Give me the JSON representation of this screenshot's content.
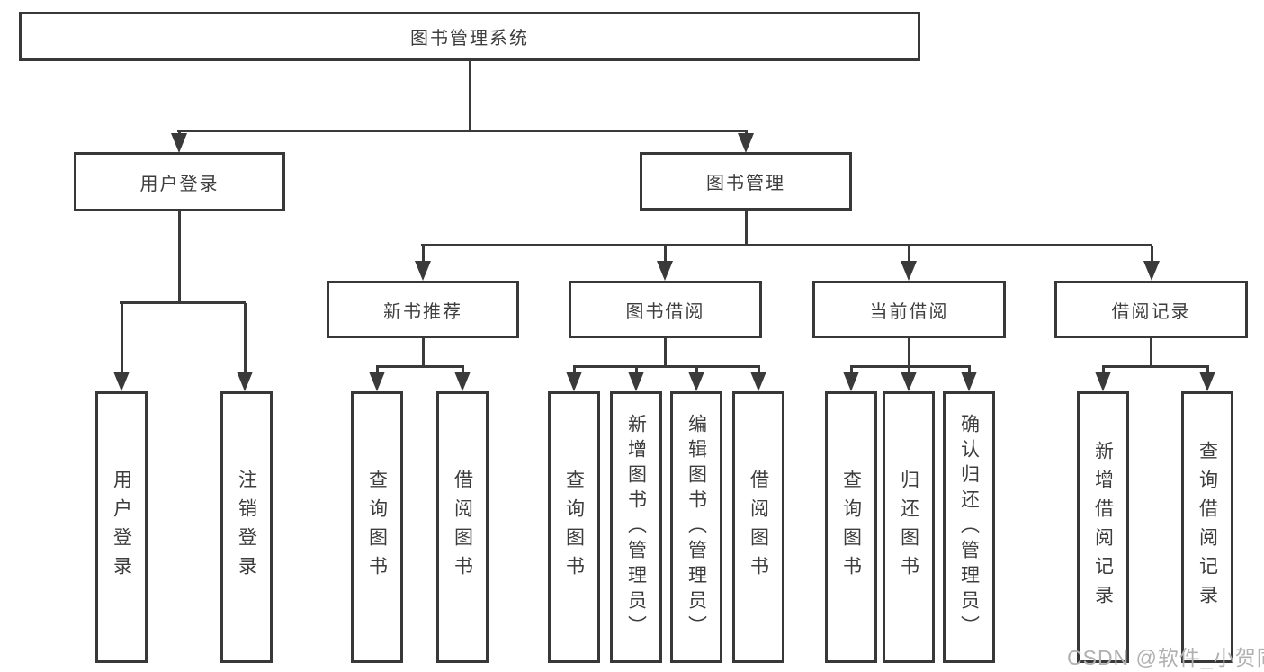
{
  "diagram": {
    "root": {
      "label": "图书管理系统"
    },
    "login": {
      "label": "用户登录",
      "children": [
        {
          "label": "用户登录"
        },
        {
          "label": "注销登录"
        }
      ]
    },
    "mgmt": {
      "label": "图书管理",
      "children": [
        {
          "label": "新书推荐",
          "children": [
            {
              "label": "查询图书"
            },
            {
              "label": "借阅图书"
            }
          ]
        },
        {
          "label": "图书借阅",
          "children": [
            {
              "label": "查询图书"
            },
            {
              "label": "新增图书（管理员）"
            },
            {
              "label": "编辑图书（管理员）"
            },
            {
              "label": "借阅图书"
            }
          ]
        },
        {
          "label": "当前借阅",
          "children": [
            {
              "label": "查询图书"
            },
            {
              "label": "归还图书"
            },
            {
              "label": "确认归还（管理员）"
            }
          ]
        },
        {
          "label": "借阅记录",
          "children": [
            {
              "label": "新增借阅记录"
            },
            {
              "label": "查询借阅记录"
            }
          ]
        }
      ]
    },
    "watermark": "CSDN @软件_小贺同学",
    "colors": {
      "line": "#3a3a3a",
      "text": "#3d3d3d",
      "watermark": "#b0b0b0",
      "background": "#ffffff"
    }
  }
}
